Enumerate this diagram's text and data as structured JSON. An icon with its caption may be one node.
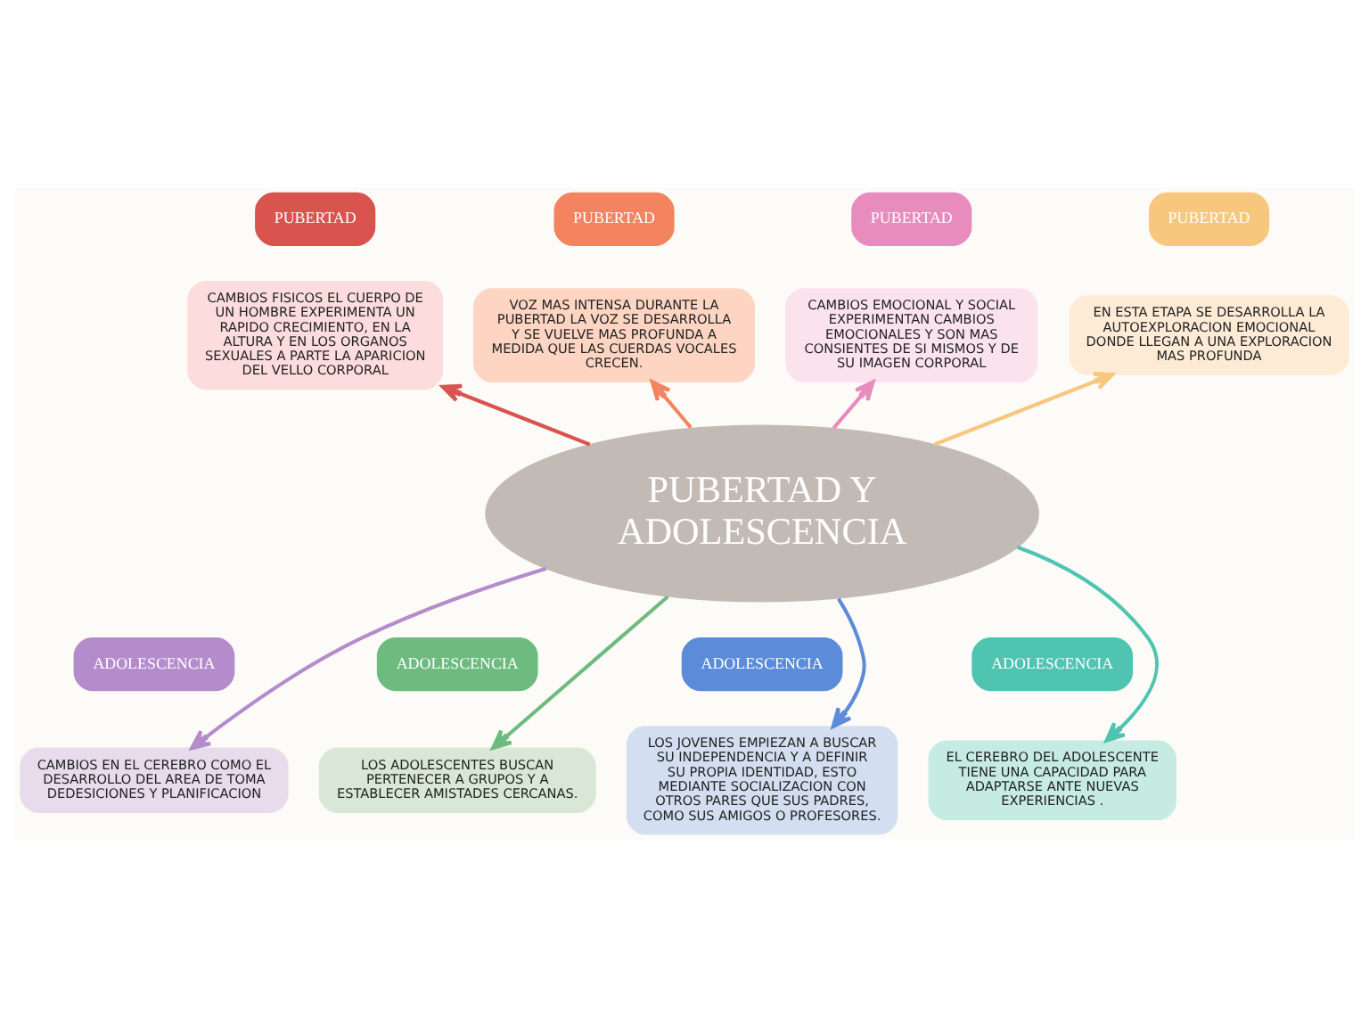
{
  "diagram": {
    "nodes": [
      {
        "text": [
          "PUBERTAD Y ADOLESCENCIA"
        ]
      },
      {
        "text": [
          "PUBERTAD"
        ]
      },
      {
        "text": [
          "CAMBIOS FISICOS EL CUERPO DE UN HOMBRE EXPERIMENTA UN RAPIDO CRECIMIENTO, EN LA ALTURA Y EN LOS ORGANOS SEXUALES A PARTE LA APARICION DEL VELLO CORPORAL"
        ]
      },
      {
        "text": [
          "PUBERTAD"
        ]
      },
      {
        "text": [
          "VOZ MAS INTENSA DURANTE LA PUBERTAD LA VOZ SE DESARROLLA Y SE VUELVE MAS PROFUNDA A MEDIDA QUE LAS CUERDAS VOCALES CRECEN."
        ]
      },
      {
        "text": [
          "PUBERTAD"
        ]
      },
      {
        "text": [
          "CAMBIOS EMOCIONAL Y SOCIAL EXPERIMENTAN CAMBIOS EMOCIONALES Y SON MAS CONSIENTES DE SI MISMOS Y DE SU IMAGEN CORPORAL"
        ]
      },
      {
        "text": [
          "PUBERTAD"
        ]
      },
      {
        "text": [
          "EN ESTA ETAPA SE DESARROLLA LA AUTOEXPLORACION EMOCIONAL DONDE LLEGAN A UNA EXPLORACION MAS PROFUNDA"
        ]
      },
      {
        "text": [
          "ADOLESCENCIA"
        ]
      },
      {
        "text": [
          "CAMBIOS EN EL CEREBRO COMO EL DESARROLLO DEL AREA DE TOMA DEDESICIONES Y PLANIFICACION"
        ]
      },
      {
        "text": [
          "ADOLESCENCIA"
        ]
      },
      {
        "text": [
          "LOS ADOLESCENTES BUSCAN PERTENECER A GRUPOS Y A ESTABLECER AMISTADES CERCANAS."
        ]
      },
      {
        "text": [
          "ADOLESCENCIA"
        ]
      },
      {
        "text": [
          "LOS JOVENES EMPIEZAN A BUSCAR SU INDEPENDENCIA Y A DEFINIR SU PROPIA IDENTIDAD, ESTO MEDIANTE SOCIALIZACION CON OTROS PARES QUE SUS PADRES, COMO SUS AMIGOS O PROFESORES."
        ]
      },
      {
        "text": [
          "ADOLESCENCIA"
        ]
      },
      {
        "text": [
          "EL CEREBRO DEL ADOLESCENTE TIENE UNA CAPACIDAD PARA ADAPTARSE ANTE NUEVAS EXPERIENCIAS ."
        ]
      }
    ],
    "edges": [
      {
        "from": 0,
        "to": 6,
        "arrow": "to",
        "color": "#e88bbd"
      },
      {
        "from": 0,
        "to": 2,
        "arrow": "to",
        "color": "#d9534f"
      },
      {
        "from": 0,
        "to": 4,
        "arrow": "to",
        "color": "#f4845f"
      },
      {
        "from": 0,
        "to": 8,
        "arrow": "to",
        "color": "#f8c77e"
      },
      {
        "from": 0,
        "to": 10,
        "arrow": "to",
        "color": "#b48ccb"
      },
      {
        "from": 0,
        "to": 14,
        "arrow": "to",
        "color": "#5b8bd9"
      },
      {
        "from": 0,
        "to": 16,
        "arrow": "to",
        "color": "#4fc4b0"
      },
      {
        "from": 0,
        "to": 12,
        "arrow": "to",
        "color": "#6dbb7f"
      }
    ]
  }
}
